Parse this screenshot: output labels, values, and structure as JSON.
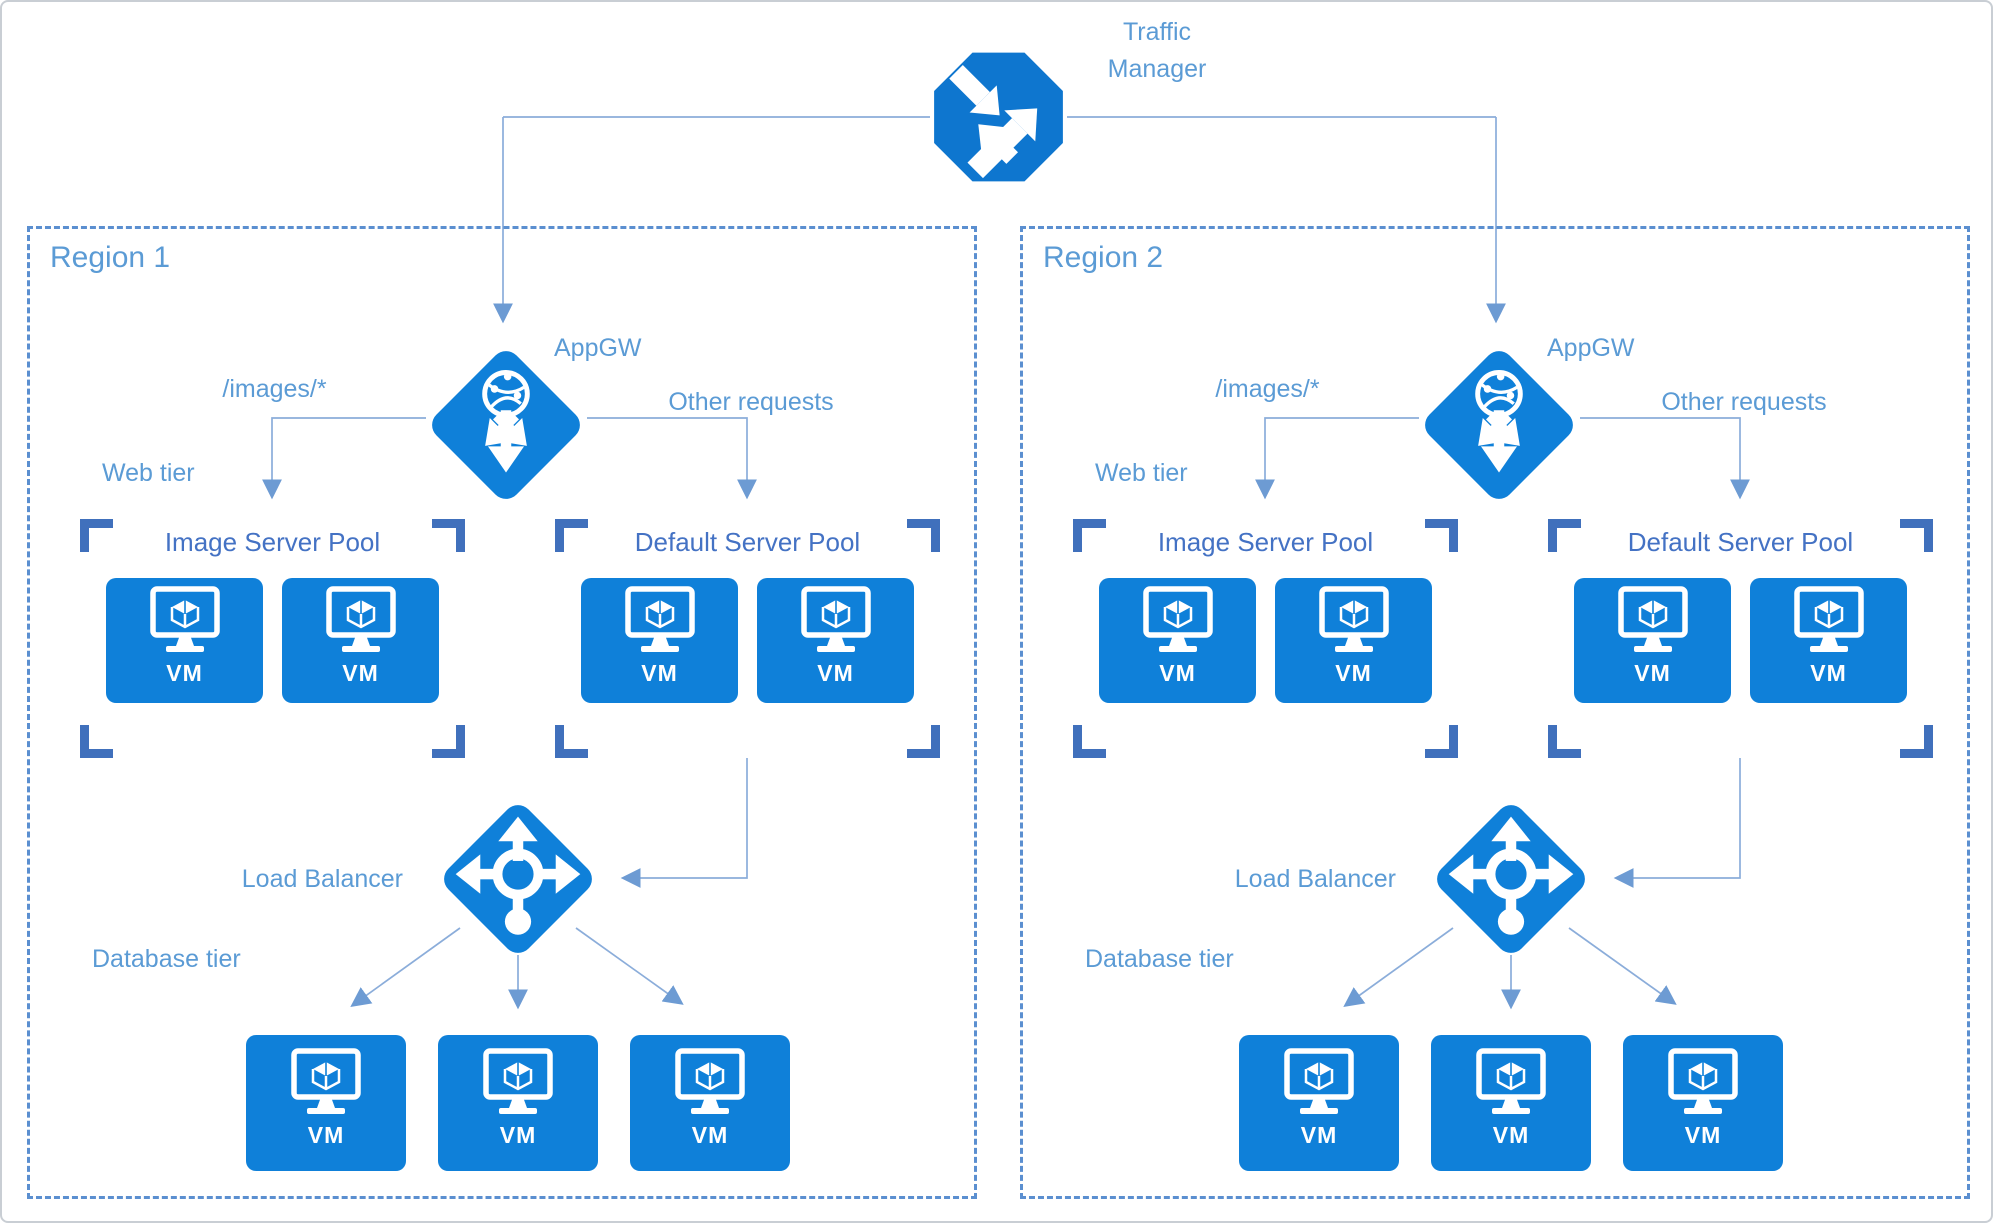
{
  "colors": {
    "icon": "#0f80d9",
    "tm": "#0e76cf",
    "bracket": "#4070bc",
    "label": "#5b9bd5",
    "pooltitle": "#4472c4",
    "line": "#8badda",
    "arrow": "#6d9bd3",
    "dash": "#5b8fd0",
    "page_border": "#c9ced4"
  },
  "icons": {
    "traffic_manager": "octagon-with-routing-arrows",
    "app_gateway": "diamond-globe-three-down-arrows",
    "load_balancer": "diamond-cross-arrows-with-drop",
    "vm": "monitor-with-3d-cube"
  },
  "traffic_manager": {
    "label": "Traffic Manager"
  },
  "regions": [
    {
      "label": "Region 1",
      "gateway": {
        "label": "AppGW"
      },
      "routes": {
        "images": "/images/*",
        "other": "Other requests"
      },
      "tiers": {
        "web": "Web tier",
        "database": "Database tier"
      },
      "pools": [
        {
          "title": "Image Server Pool",
          "vms": [
            "VM",
            "VM"
          ]
        },
        {
          "title": "Default Server Pool",
          "vms": [
            "VM",
            "VM"
          ]
        }
      ],
      "load_balancer": {
        "label": "Load Balancer"
      },
      "database_vms": [
        "VM",
        "VM",
        "VM"
      ]
    },
    {
      "label": "Region 2",
      "gateway": {
        "label": "AppGW"
      },
      "routes": {
        "images": "/images/*",
        "other": "Other requests"
      },
      "tiers": {
        "web": "Web tier",
        "database": "Database tier"
      },
      "pools": [
        {
          "title": "Image Server Pool",
          "vms": [
            "VM",
            "VM"
          ]
        },
        {
          "title": "Default Server Pool",
          "vms": [
            "VM",
            "VM"
          ]
        }
      ],
      "load_balancer": {
        "label": "Load Balancer"
      },
      "database_vms": [
        "VM",
        "VM",
        "VM"
      ]
    }
  ]
}
